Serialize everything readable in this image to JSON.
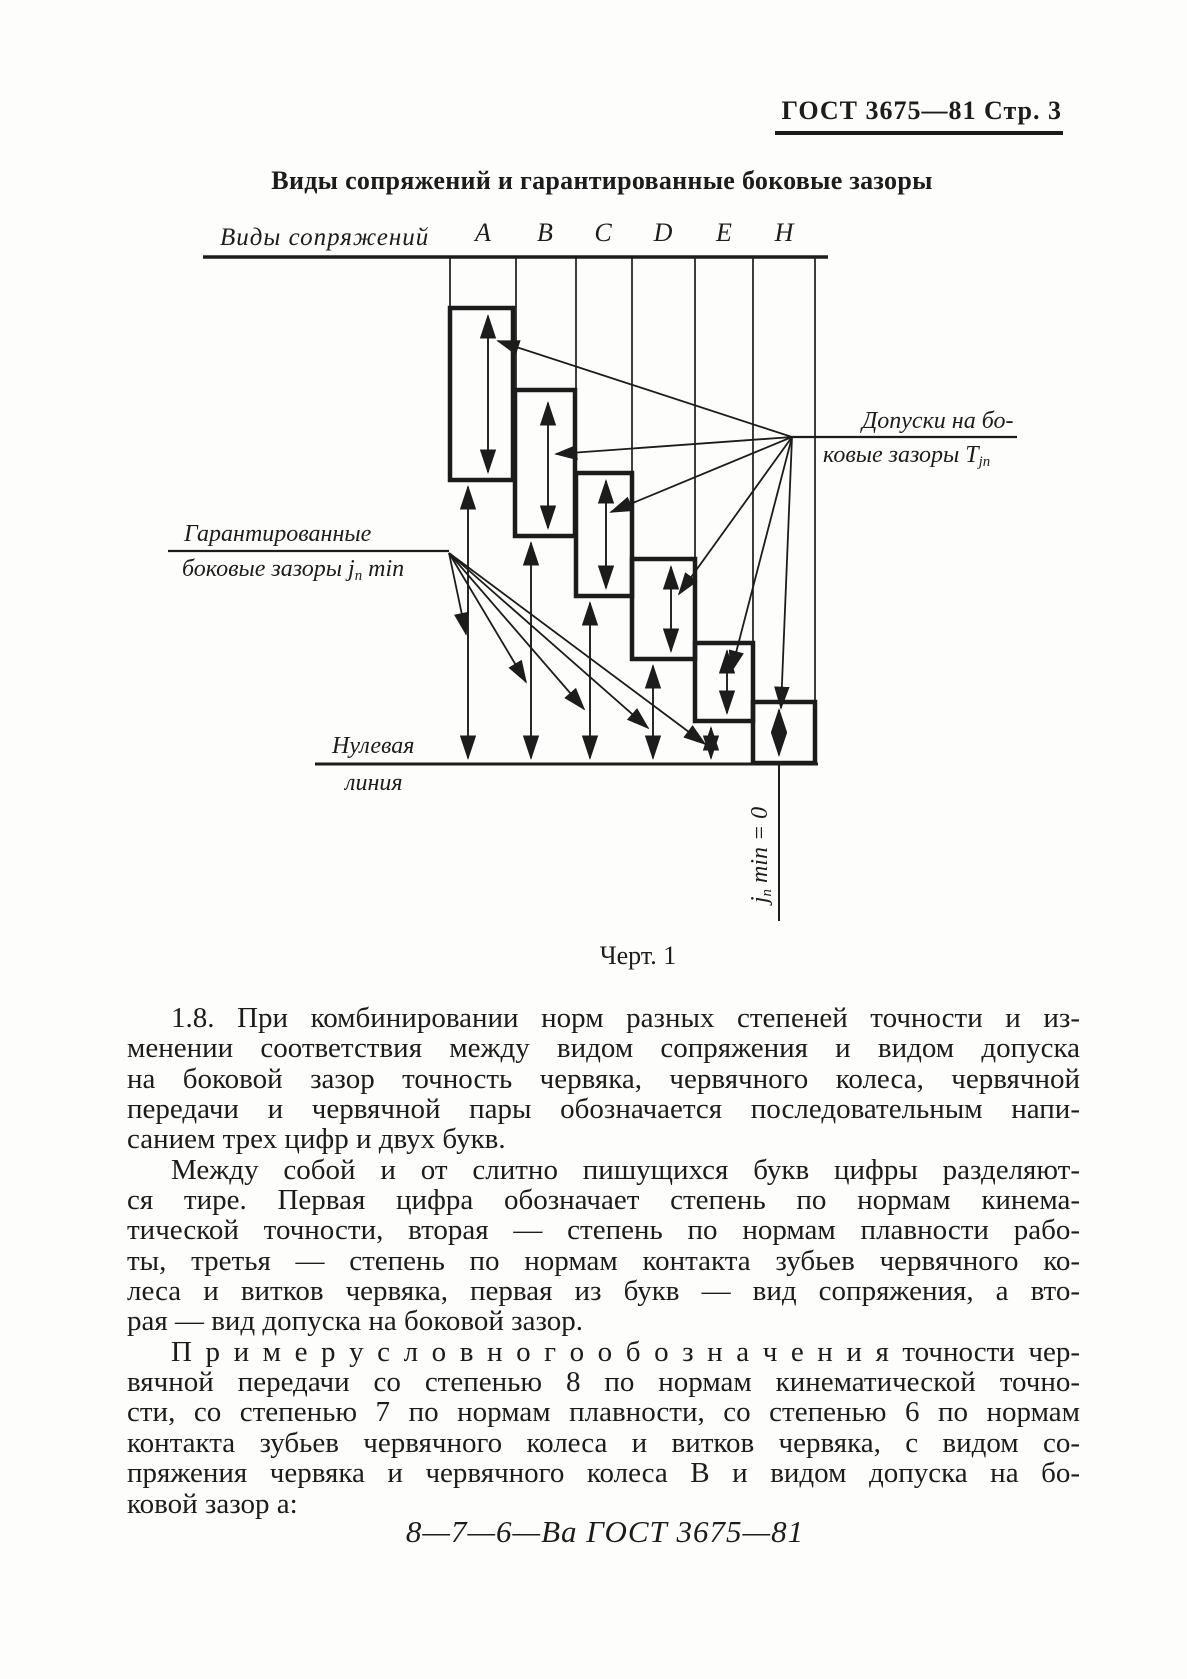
{
  "header": {
    "text": "ГОСТ 3675—81 Стр. 3"
  },
  "title": "Виды сопряжений и гарантированные боковые зазоры",
  "figure": {
    "axis_label": "Виды сопряжений",
    "types": [
      "A",
      "B",
      "C",
      "D",
      "E",
      "H"
    ],
    "tolerance_label": {
      "line1": "Допуски  на бо-",
      "line2_pre": "ковые зазоры  Т",
      "line2_sub": "jn"
    },
    "clearance_label": {
      "line1": "Гарантированные",
      "line2_pre": "боковые  зазоры  j",
      "line2_sub": "n",
      "line2_post": " min"
    },
    "zero_line_label": {
      "line1": "Нулевая",
      "line2": "линия"
    },
    "jn_zero_label": {
      "pre": "j",
      "sub": "n",
      "post": " min = 0"
    },
    "caption": "Черт. 1"
  },
  "body": {
    "lines": [
      "1.8. При комбинировании норм разных степеней точности и из-",
      "менении соответствия между видом сопряжения и видом допуска",
      "на боковой зазор точность червяка, червячного колеса, червячной",
      "передачи и червячной пары обозначается последовательным напи-",
      "санием трех цифр и двух букв.",
      "Между собой и от слитно пишущихся букв цифры разделяют-",
      "ся тире. Первая цифра обозначает степень по нормам кинема-",
      "тической точности, вторая — степень по нормам плавности рабо-",
      "ты, третья — степень по нормам контакта зубьев червячного ко-",
      "леса и витков червяка, первая из букв — вид сопряжения, а вто-",
      "рая — вид допуска на боковой зазор.",
      "П р и м е р  у с л о в н о г о  о б о з н а ч е н и я  точности чер-",
      "вячной передачи со степенью 8 по нормам кинематической точно-",
      "сти, со степенью 7 по нормам плавности, со степенью 6 по нормам",
      "контакта зубьев червячного колеса и витков червяка, с видом со-",
      "пряжения червяка и червячного колеса В и видом допуска на бо-",
      "ковой зазор а:"
    ]
  },
  "formula": "8—7—6—Ва ГОСТ 3675—81"
}
